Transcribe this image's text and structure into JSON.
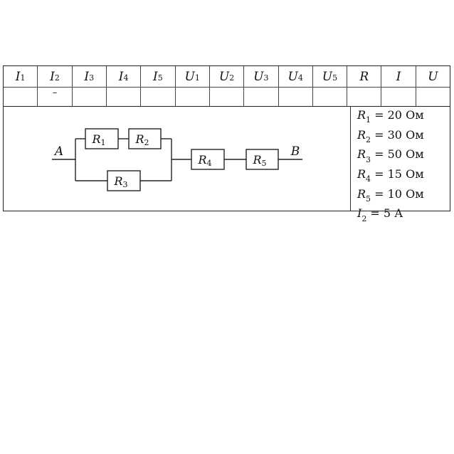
{
  "table": {
    "headers": [
      {
        "sym": "I",
        "sub": "1"
      },
      {
        "sym": "I",
        "sub": "2"
      },
      {
        "sym": "I",
        "sub": "3"
      },
      {
        "sym": "I",
        "sub": "4"
      },
      {
        "sym": "I",
        "sub": "5"
      },
      {
        "sym": "U",
        "sub": "1"
      },
      {
        "sym": "U",
        "sub": "2"
      },
      {
        "sym": "U",
        "sub": "3"
      },
      {
        "sym": "U",
        "sub": "4"
      },
      {
        "sym": "U",
        "sub": "5"
      },
      {
        "sym": "R",
        "sub": ""
      },
      {
        "sym": "I",
        "sub": ""
      },
      {
        "sym": "U",
        "sub": ""
      }
    ],
    "values": [
      "",
      "–",
      "",
      "",
      "",
      "",
      "",
      "",
      "",
      "",
      "",
      "",
      ""
    ]
  },
  "circuit": {
    "node_a": "A",
    "node_b": "B",
    "resistors": [
      {
        "sym": "R",
        "sub": "1"
      },
      {
        "sym": "R",
        "sub": "2"
      },
      {
        "sym": "R",
        "sub": "3"
      },
      {
        "sym": "R",
        "sub": "4"
      },
      {
        "sym": "R",
        "sub": "5"
      }
    ]
  },
  "givens": [
    {
      "sym": "R",
      "sub": "1",
      "rest": " = 20 Ом"
    },
    {
      "sym": "R",
      "sub": "2",
      "rest": " = 30 Ом"
    },
    {
      "sym": "R",
      "sub": "3",
      "rest": " = 50 Ом"
    },
    {
      "sym": "R",
      "sub": "4",
      "rest": " = 15 Ом"
    },
    {
      "sym": "R",
      "sub": "5",
      "rest": " = 10 Ом"
    },
    {
      "sym": "I",
      "sub": "2",
      "rest": " = 5 А"
    }
  ]
}
